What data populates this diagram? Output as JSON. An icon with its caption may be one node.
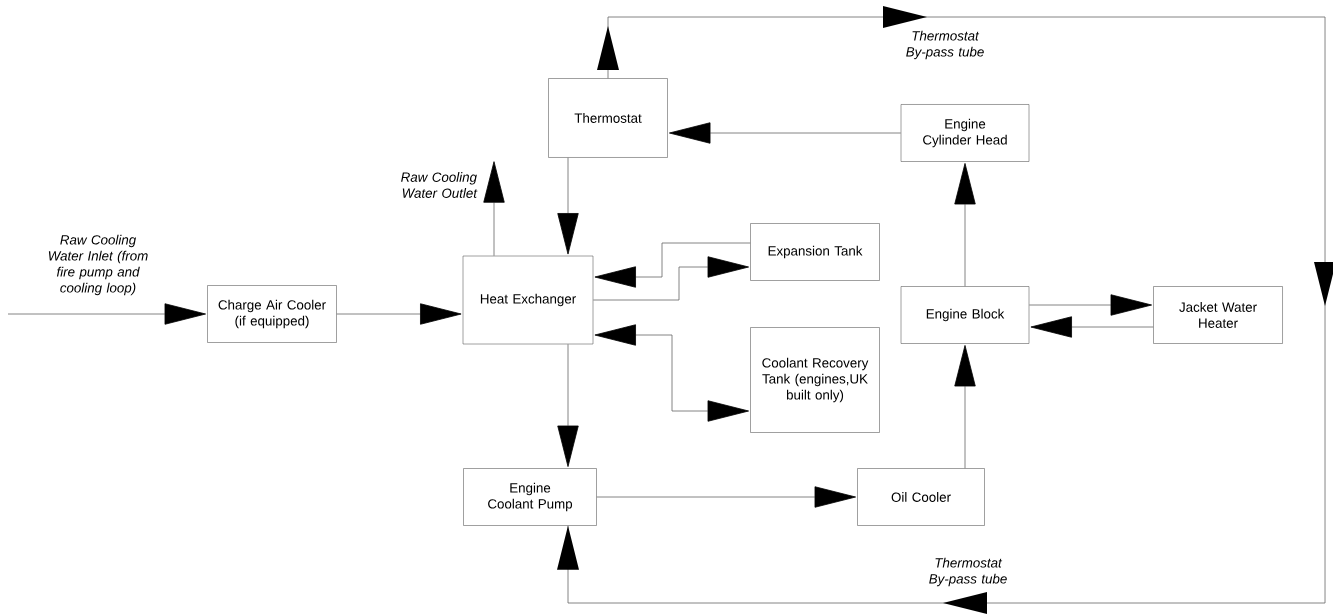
{
  "diagram": {
    "nodes": [
      {
        "text": [
          "Charge Air Cooler (if equipped)"
        ]
      },
      {
        "text": [
          "Heat Exchanger"
        ]
      },
      {
        "text": [
          "Thermostat"
        ]
      },
      {
        "text": [
          "Expansion Tank"
        ]
      },
      {
        "text": [
          "Coolant Recovery Tank (engines,UK built only)"
        ]
      },
      {
        "text": [
          "Engine Coolant Pump"
        ]
      },
      {
        "text": [
          "Oil Cooler"
        ]
      },
      {
        "text": [
          "Engine Block"
        ]
      },
      {
        "text": [
          "Jacket Water Heater"
        ]
      },
      {
        "text": [
          "Engine Cylinder Head"
        ]
      }
    ],
    "edges": [
      {
        "from": null,
        "to": 0,
        "arrow": "to",
        "label": "Raw Cooling Water Inlet (from fire pump and cooling loop)"
      },
      {
        "from": 0,
        "to": 1,
        "arrow": "to"
      },
      {
        "from": 1,
        "to": null,
        "arrow": "to",
        "label": "Raw Cooling Water Outlet"
      },
      {
        "from": 2,
        "to": 1,
        "arrow": "to"
      },
      {
        "from": 9,
        "to": 2,
        "arrow": "to"
      },
      {
        "from": 3,
        "to": 1,
        "arrow": "to"
      },
      {
        "from": 1,
        "to": 3,
        "arrow": "to"
      },
      {
        "from": 1,
        "to": 4,
        "arrow": "both"
      },
      {
        "from": 1,
        "to": 5,
        "arrow": "to"
      },
      {
        "from": 5,
        "to": 6,
        "arrow": "to"
      },
      {
        "from": 6,
        "to": 7,
        "arrow": "to"
      },
      {
        "from": 7,
        "to": 9,
        "arrow": "to"
      },
      {
        "from": 7,
        "to": 8,
        "arrow": "to"
      },
      {
        "from": 8,
        "to": 7,
        "arrow": "to"
      },
      {
        "from": 2,
        "to": 5,
        "arrow": "to",
        "label": "Thermostat By-pass tube"
      }
    ],
    "labels": [
      "Thermostat By-pass tube"
    ]
  }
}
